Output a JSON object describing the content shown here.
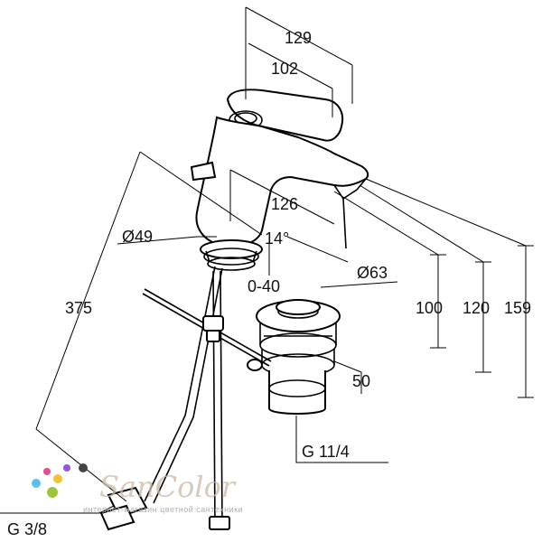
{
  "dimensions": {
    "width_129": "129",
    "width_102": "102",
    "spout_126": "126",
    "angle_14": "14°",
    "dia_49": "Ø49",
    "range_0_40": "0-40",
    "dia_63": "Ø63",
    "height_100": "100",
    "height_120": "120",
    "height_159": "159",
    "drop_50": "50",
    "length_375": "375"
  },
  "connections": {
    "drain_thread": "G 11/4",
    "supply_thread": "G 3/8"
  },
  "watermark": {
    "brand": "SanColor",
    "tagline": "интернет-магазин цветной сантехники",
    "dot_colors": [
      "#e94b8a",
      "#f2c430",
      "#5bc0eb",
      "#9bc53d",
      "#8e5ad6",
      "#444444"
    ]
  }
}
